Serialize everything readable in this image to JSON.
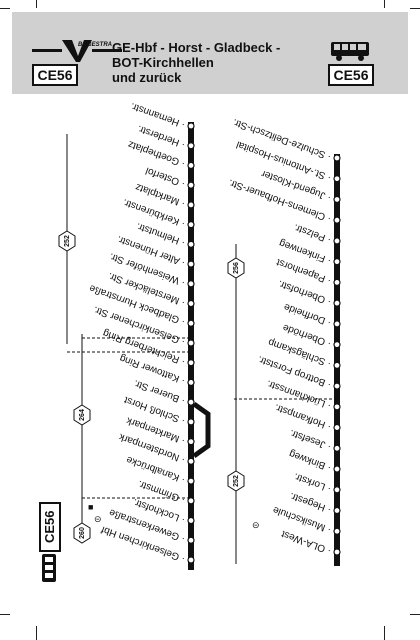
{
  "route": {
    "badge": "CE56",
    "title": "GE-Hbf - Horst - Gladbeck -\nBOT-Kirchhellen\nund zurück",
    "brand_mark": "V",
    "brand_sub": "BOGESTRA"
  },
  "left_line": {
    "stops": [
      "Hemannstr.",
      "Herderstr.",
      "Goetheplatz",
      "Osterfol",
      "Marktplatz",
      "Kerkbürenstr.",
      "Helmutstr.",
      "Alter Hünenstr.",
      "Weisenhöfer Str.",
      "Mersteläcker Str.",
      "Gladbeck Hurnstraße",
      "Gelsenkirchener Str.",
      "Reichterberg Ring",
      "Kattower Ring",
      "Buerer Str.",
      "Schloß Horst",
      "Marktenpark",
      "Nordsternpark",
      "Kanalbrücke",
      "Grimmstr.",
      "Lockhofstr.",
      "Gewerkenstraße",
      "Gelsenkirchen Hbf"
    ],
    "connections": [
      "252",
      "264",
      "260"
    ]
  },
  "right_line": {
    "stops": [
      "Schulze-Delitzsch-Str.",
      "St.-Antonius-Hospital",
      "Jugend-Kloster",
      "Clemens-Hofbauer-Str.",
      "Pelzstr.",
      "Finkenweg",
      "Papenhorst",
      "Oberhofstr.",
      "Dorfheide",
      "Oberhöde",
      "Schlägskamp",
      "Bottrop Forststr.",
      "Lückhannsstr.",
      "Hofkampstr.",
      "Jesefstr.",
      "Binkweg",
      "Lorkstr.",
      "Hegestr.",
      "Musikschule",
      "OLA-West"
    ],
    "connections": [
      "256",
      "252"
    ]
  },
  "icons": [
    "logo-icon",
    "bus-icon",
    "railway-icon",
    "tram-icon",
    "parking-icon",
    "bus-station-icon"
  ]
}
